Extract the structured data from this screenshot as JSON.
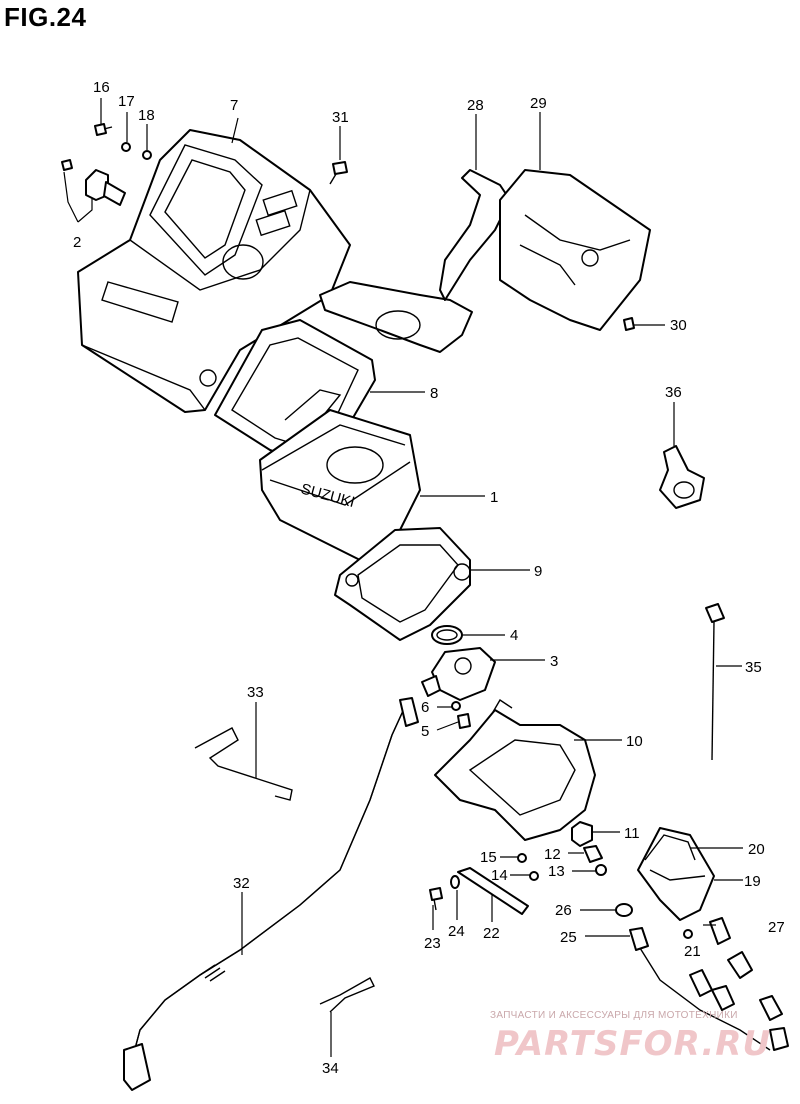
{
  "figure_title": "FIG.24",
  "callouts": [
    {
      "id": "c1",
      "label": "1"
    },
    {
      "id": "c2",
      "label": "2"
    },
    {
      "id": "c3",
      "label": "3"
    },
    {
      "id": "c4",
      "label": "4"
    },
    {
      "id": "c5",
      "label": "5"
    },
    {
      "id": "c6",
      "label": "6"
    },
    {
      "id": "c7",
      "label": "7"
    },
    {
      "id": "c8",
      "label": "8"
    },
    {
      "id": "c9",
      "label": "9"
    },
    {
      "id": "c10",
      "label": "10"
    },
    {
      "id": "c11",
      "label": "11"
    },
    {
      "id": "c12",
      "label": "12"
    },
    {
      "id": "c13",
      "label": "13"
    },
    {
      "id": "c14",
      "label": "14"
    },
    {
      "id": "c15",
      "label": "15"
    },
    {
      "id": "c16",
      "label": "16"
    },
    {
      "id": "c17",
      "label": "17"
    },
    {
      "id": "c18",
      "label": "18"
    },
    {
      "id": "c19",
      "label": "19"
    },
    {
      "id": "c20",
      "label": "20"
    },
    {
      "id": "c21",
      "label": "21"
    },
    {
      "id": "c22",
      "label": "22"
    },
    {
      "id": "c23",
      "label": "23"
    },
    {
      "id": "c24",
      "label": "24"
    },
    {
      "id": "c25",
      "label": "25"
    },
    {
      "id": "c26",
      "label": "26"
    },
    {
      "id": "c27",
      "label": "27"
    },
    {
      "id": "c28",
      "label": "28"
    },
    {
      "id": "c29",
      "label": "29"
    },
    {
      "id": "c30",
      "label": "30"
    },
    {
      "id": "c31",
      "label": "31"
    },
    {
      "id": "c32",
      "label": "32"
    },
    {
      "id": "c33",
      "label": "33"
    },
    {
      "id": "c34",
      "label": "34"
    },
    {
      "id": "c35",
      "label": "35"
    },
    {
      "id": "c36",
      "label": "36"
    }
  ],
  "watermark": {
    "text": "ЗАПЧАСТИ И АКСЕССУАРЫ ДЛЯ МОТОТЕХНИКИ",
    "logo": "PARTSFOR.RU",
    "color": "#f0c6c9"
  }
}
